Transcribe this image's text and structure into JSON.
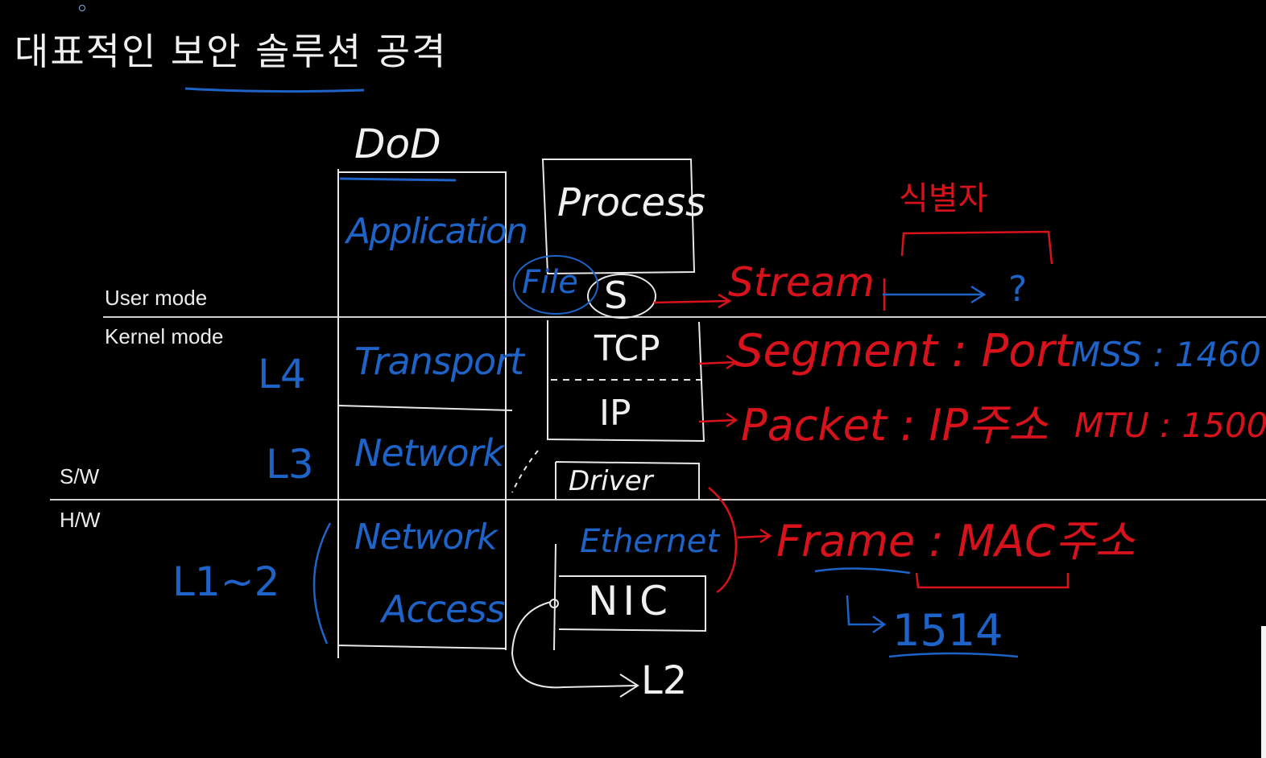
{
  "title": {
    "text": "대표적인 보안 솔루션 공격",
    "underline_color": "#1e63c8"
  },
  "boundaries": {
    "user_mode": "User mode",
    "kernel_mode": "Kernel mode",
    "sw": "S/W",
    "hw": "H/W"
  },
  "dod": {
    "header": "DoD",
    "layers": [
      "Application",
      "Transport",
      "Network",
      "Network",
      "Access"
    ]
  },
  "layer_tags": {
    "l4": "L4",
    "l3": "L3",
    "l1_2": "L1~2"
  },
  "stack": {
    "process": "Process",
    "file": "File",
    "socket": "S",
    "tcp": "TCP",
    "ip": "IP",
    "driver": "Driver",
    "ethernet": "Ethernet",
    "nic": "NIC",
    "l2": "L2"
  },
  "annotations": {
    "stream": "Stream",
    "question": "?",
    "segment": "Segment : Port",
    "mss": "MSS : 1460",
    "packet": "Packet : IP주소",
    "mtu": "MTU : 1500",
    "frame": "Frame : MAC주소",
    "frame_size": "1514",
    "top_right": "식별자"
  },
  "colors": {
    "background": "#000000",
    "chalk_white": "#f0f0f0",
    "blue": "#1e63c8",
    "red": "#d8121a",
    "divider": "#cfcfcf"
  }
}
